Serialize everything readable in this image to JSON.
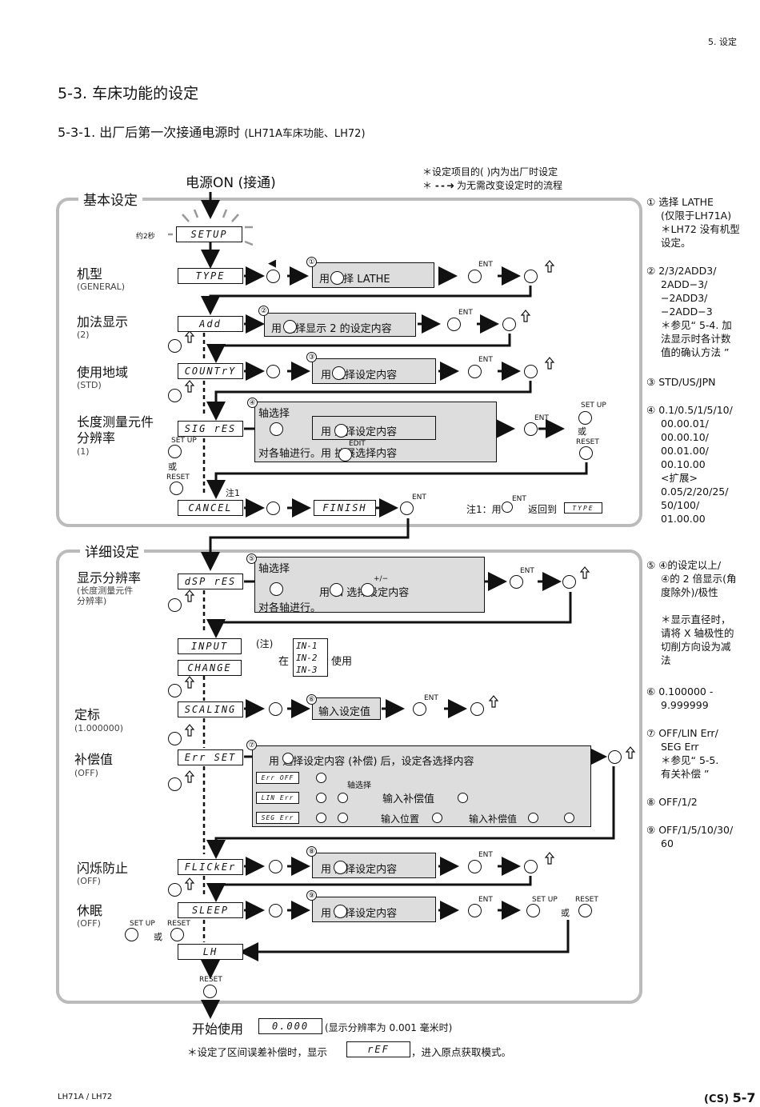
{
  "header": {
    "section": "5. 设定"
  },
  "title": "5-3.  车床功能的设定",
  "subtitle": {
    "main": "5-3-1.  出厂后第一次接通电源时",
    "models": "(LH71A车床功能、LH72)"
  },
  "legend": {
    "line1": "＊设定项目的(     )内为出厂时设定",
    "line2": "为无需改变设定时的流程"
  },
  "power_on": "电源ON (接通)",
  "approx": "约2秒",
  "sections": {
    "basic": "基本设定",
    "detail": "详细设定"
  },
  "items": {
    "type": {
      "label": "机型",
      "sub": "(GENERAL)",
      "seg": "TYPE"
    },
    "add": {
      "label": "加法显示",
      "sub": "(2)",
      "seg": "Add"
    },
    "country": {
      "label": "使用地域",
      "sub": "(STD)",
      "seg": "COUNTrY"
    },
    "sigres": {
      "label1": "长度测量元件",
      "label2": "分辨率",
      "sub": "(1)",
      "seg": "SIG rES"
    },
    "cancel": {
      "seg": "CANCEL",
      "note": "注1"
    },
    "finish": {
      "seg": "FINISH"
    },
    "dspres": {
      "label": "显示分辨率",
      "sub1": "(长度测量元件",
      "sub2": "分辨率)",
      "seg": "dSP rES"
    },
    "input": {
      "seg1": "INPUT",
      "seg2": "CHANGE",
      "note": "(注)",
      "at": "在",
      "use": "使用",
      "in1": "IN-1",
      "in2": "IN-2",
      "in3": "IN-3"
    },
    "scaling": {
      "label": "定标",
      "sub": "(1.000000)",
      "seg": "SCALING"
    },
    "errset": {
      "label": "补偿值",
      "sub": "(OFF)",
      "seg": "Err SET"
    },
    "flicker": {
      "label": "闪烁防止",
      "sub": "(OFF)",
      "seg": "FLICkEr"
    },
    "sleep": {
      "label": "休眠",
      "sub": "(OFF)",
      "seg": "SLEEP"
    },
    "lh": {
      "seg": "LH"
    }
  },
  "boxes": {
    "b1": "用    选择 LATHE",
    "b2": "用    选择显示 2 的设定内容",
    "b3": "用    选择设定内容",
    "b4_title": "轴选择",
    "b4_inner": "用    选择设定内容",
    "b4_footer": "对各轴进行。用      扩展选择内容",
    "b5_title": "轴选择",
    "b5_mid": "用    和      选择设定内容",
    "b5_footer": "对各轴进行。",
    "b6": "输入设定值",
    "b7_title": "用    选择设定内容 (补偿) 后，设定各选择内容",
    "b7_axis": "轴选择",
    "b7_row1": "Err OFF",
    "b7_row2": "LIN Err",
    "b7_row2_text": "输入补偿值",
    "b7_row3": "SEG Err",
    "b7_row3_text1": "输入位置",
    "b7_row3_text2": "输入补偿值",
    "b8": "用    选择设定内容",
    "b9": "用    选择设定内容"
  },
  "keys": {
    "ent": "ENT",
    "setup": "SET UP",
    "reset": "RESET",
    "edit": "EDIT",
    "pm": "+/−",
    "or": "或"
  },
  "note1": {
    "text1": "注1：用",
    "text2": "返回到",
    "seg": "TYPE"
  },
  "start": {
    "label": "开始使用",
    "seg": "0.000",
    "desc": "(显示分辨率为 0.001 毫米时)"
  },
  "footnote": {
    "text1": "＊设定了区间误差补偿时，显示",
    "seg": "rEF",
    "text2": "，进入原点获取模式。"
  },
  "side_notes": [
    {
      "n": "①",
      "lines": [
        "选择 LATHE",
        "(仅限于LH71A)",
        "＊LH72 没有机型",
        "设定。"
      ]
    },
    {
      "n": "②",
      "lines": [
        "2/3/2ADD3/",
        "2ADD−3/",
        "−2ADD3/",
        "−2ADD−3",
        "＊参见“ 5-4. 加",
        "法显示时各计数",
        "值的确认方法 ”"
      ]
    },
    {
      "n": "③",
      "lines": [
        "STD/US/JPN"
      ]
    },
    {
      "n": "④",
      "lines": [
        "0.1/0.5/1/5/10/",
        "00.00.01/",
        "00.00.10/",
        "00.01.00/",
        "00.10.00",
        "<扩展>",
        "0.05/2/20/25/",
        "50/100/",
        "01.00.00"
      ]
    },
    {
      "n": "⑤",
      "lines": [
        "④的设定以上/",
        "④的 2 倍显示(角",
        "度除外)/极性",
        "",
        "＊显示直径时，",
        "请将 X 轴极性的",
        "切削方向设为减",
        "法"
      ]
    },
    {
      "n": "⑥",
      "lines": [
        "0.100000 -",
        "9.999999"
      ]
    },
    {
      "n": "⑦",
      "lines": [
        "OFF/LIN Err/",
        "SEG Err",
        "＊参见“ 5-5.",
        "有关补偿 ”"
      ]
    },
    {
      "n": "⑧",
      "lines": [
        "OFF/1/2"
      ]
    },
    {
      "n": "⑨",
      "lines": [
        "OFF/1/5/10/30/",
        "60"
      ]
    }
  ],
  "footer": {
    "left": "LH71A / LH72",
    "right_prefix": "(CS)",
    "right_page": "5-7"
  },
  "nums": [
    "①",
    "②",
    "③",
    "④",
    "⑤",
    "⑥",
    "⑦",
    "⑧",
    "⑨"
  ]
}
